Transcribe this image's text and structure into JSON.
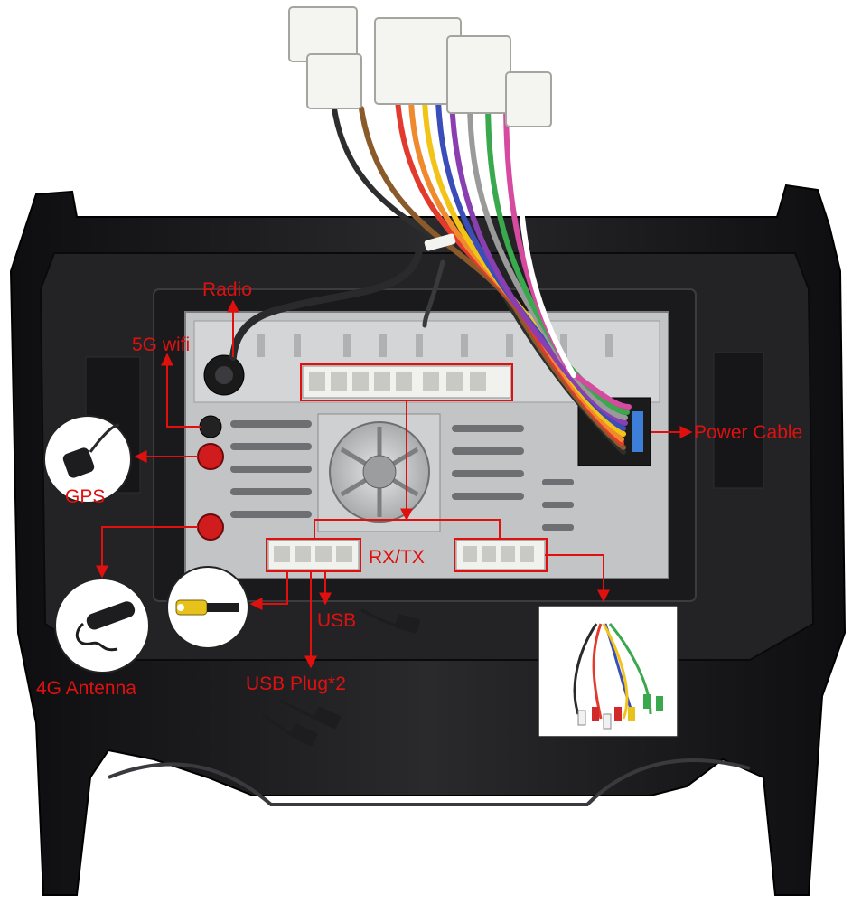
{
  "labels": {
    "radio": "Radio",
    "wifi": "5G wifi",
    "gps": "GPS",
    "power": "Power Cable",
    "rxtx": "RX/TX",
    "usb": "USB",
    "antenna": "4G Antenna",
    "usb_plug": "USB Plug*2"
  },
  "colors": {
    "accent_red": "#e0100f",
    "frame_black": "#1c1c1e",
    "unit_gray": "#b9babc",
    "panel_gray": "#d4d5d7"
  },
  "wire_colors": [
    "#8a5a2b",
    "#e23b2e",
    "#f08a2e",
    "#f2c418",
    "#3a4db8",
    "#8a3fb0",
    "#2e2e2e",
    "#ffffff",
    "#9a9a9a",
    "#3aa84c",
    "#d64aa0"
  ]
}
